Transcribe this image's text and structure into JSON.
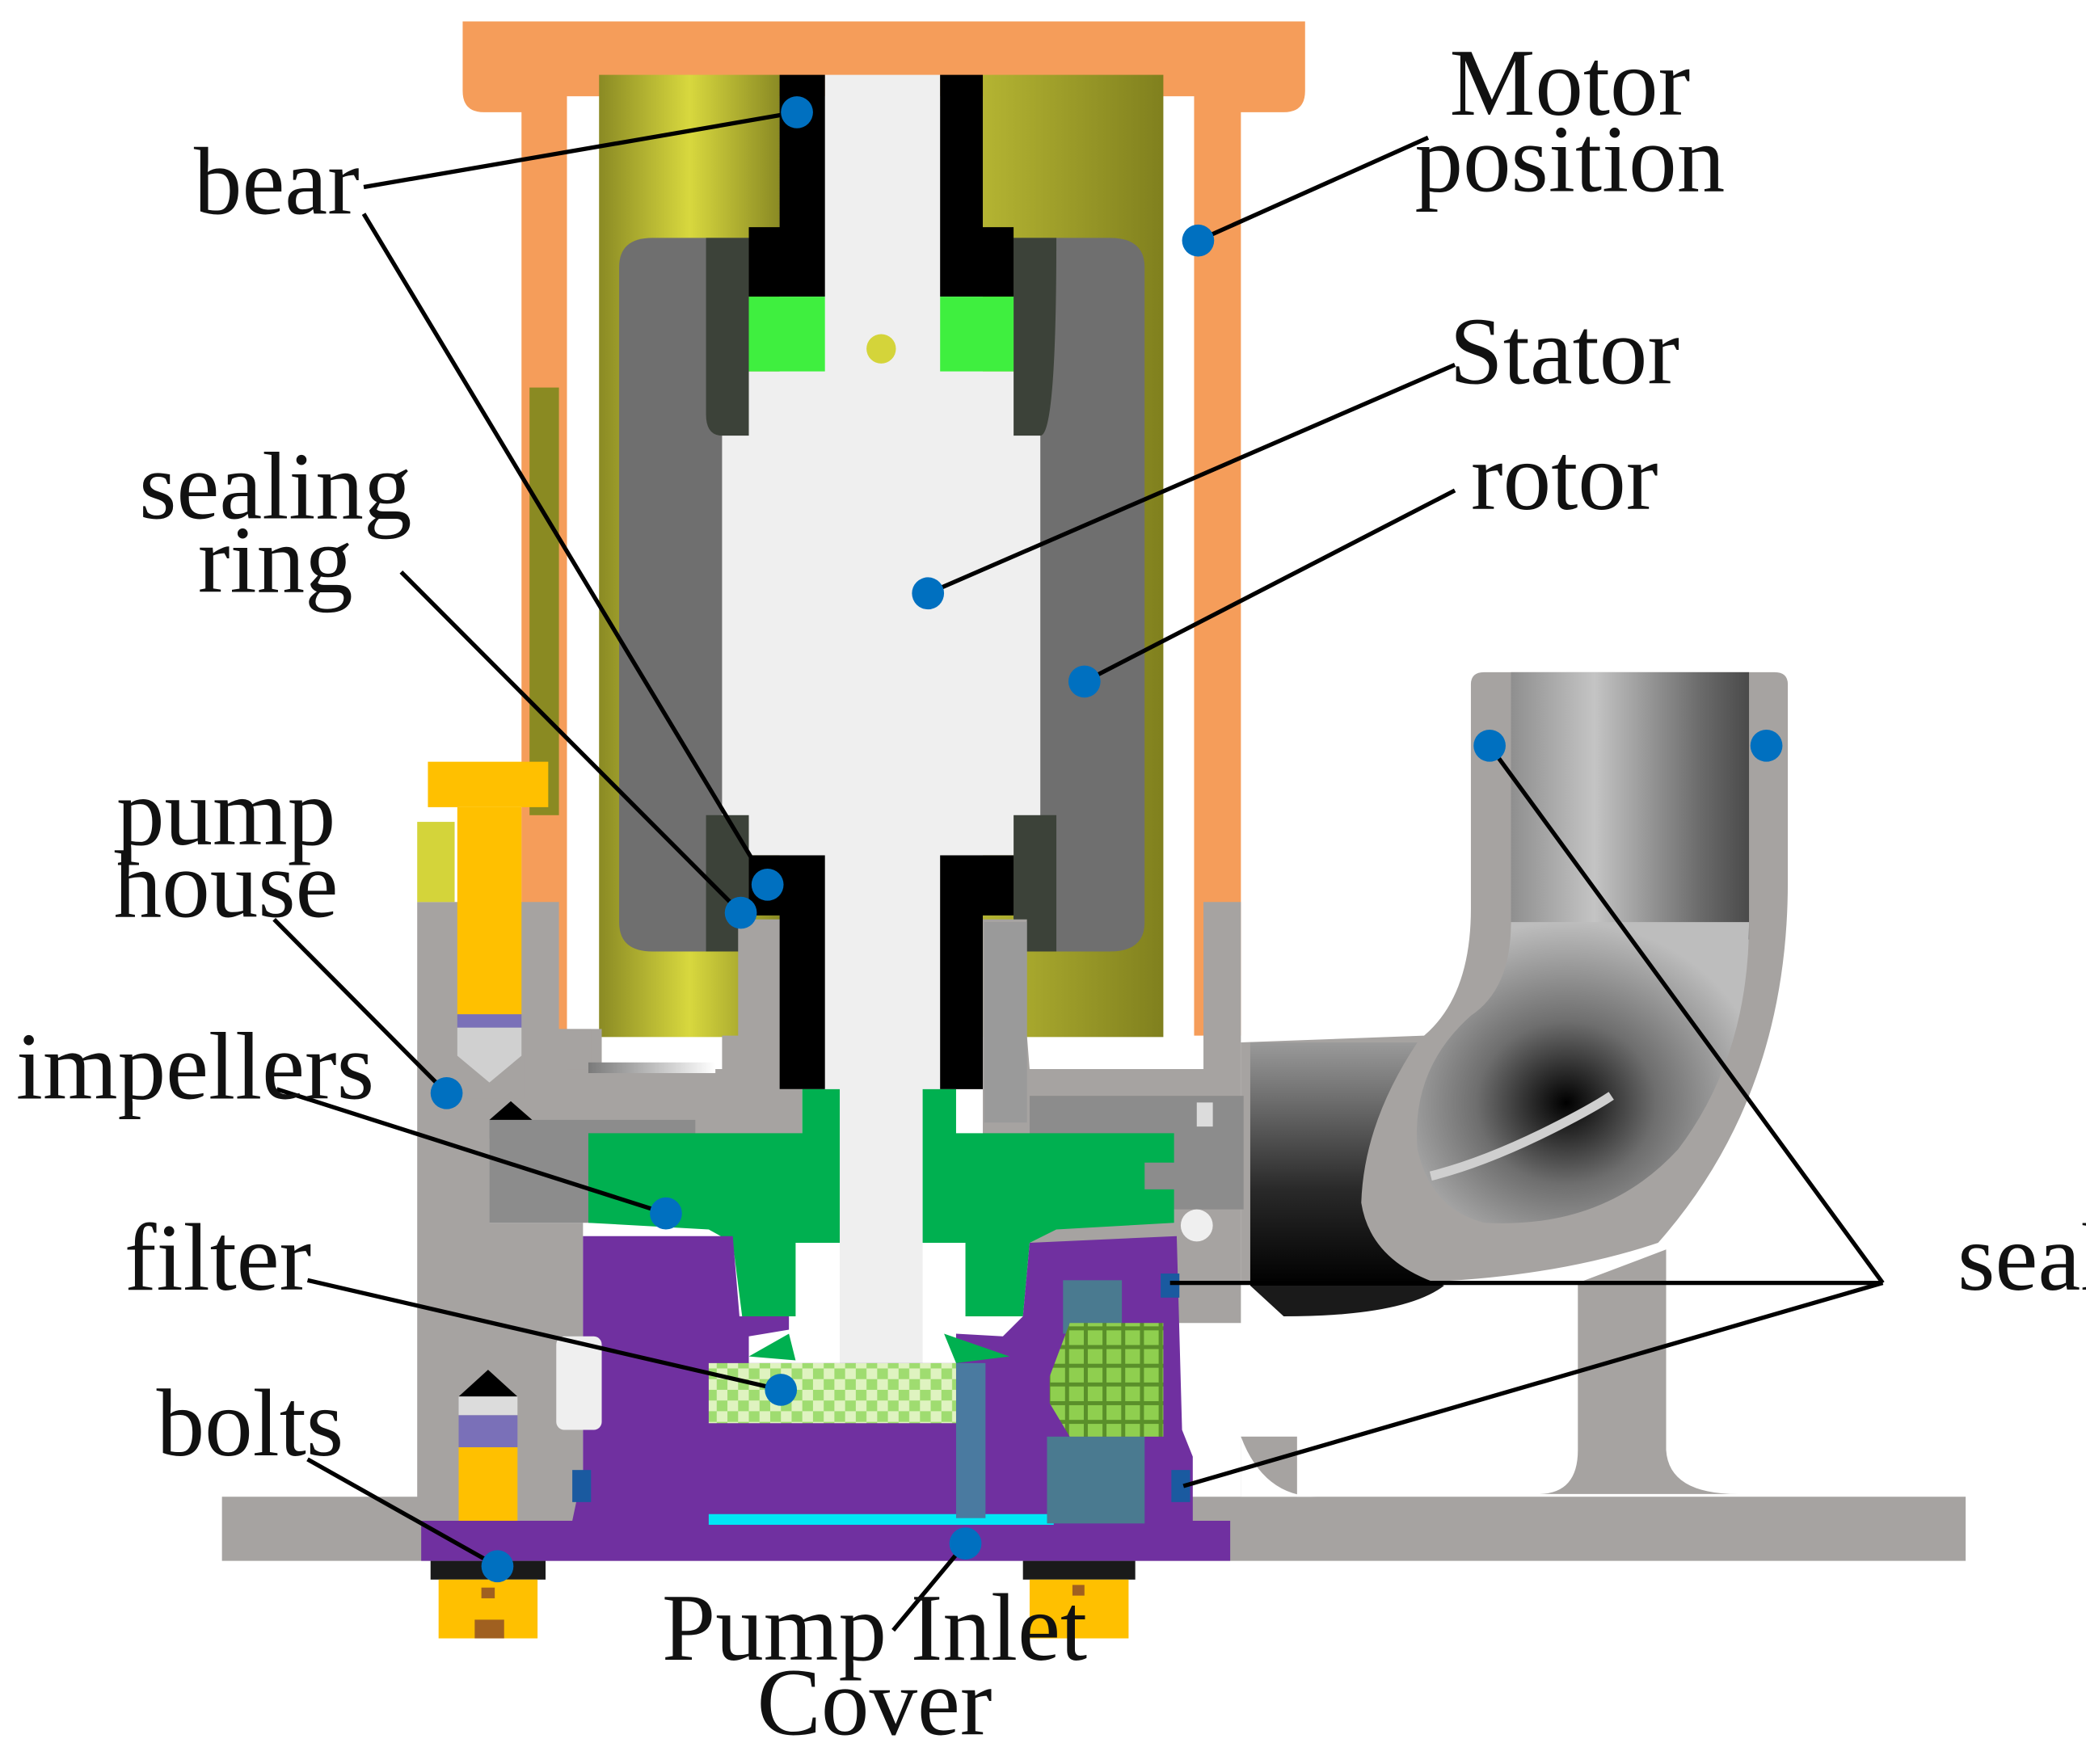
{
  "labels": {
    "bear": "bear",
    "sealing_ring_1": "sealing",
    "sealing_ring_2": "ring",
    "pump_house_1": "pump",
    "pump_house_2": "house",
    "impellers": "impellers",
    "filter": "filter",
    "bolts": "bolts",
    "motor_position_1": "Motor",
    "motor_position_2": "position",
    "stator": "Stator",
    "rotor": "rotor",
    "seals": "seals",
    "pump_inlet_cover_1": "Pump Inlet",
    "pump_inlet_cover_2": "Cover"
  },
  "colors": {
    "motor_housing": "#f59d5a",
    "rotor_winding": "#c8c83a",
    "rotor_core": "#6f6f6f",
    "stator_shaft": "#efefef",
    "bearing": "#000000",
    "bearing_seal": "#3fef3f",
    "pump_house": "#a6a3a1",
    "impeller": "#00b050",
    "inlet_cover": "#7030a0",
    "filter": "#c8eaa0",
    "bolt": "#ffc000",
    "marker": "#0070c0"
  }
}
